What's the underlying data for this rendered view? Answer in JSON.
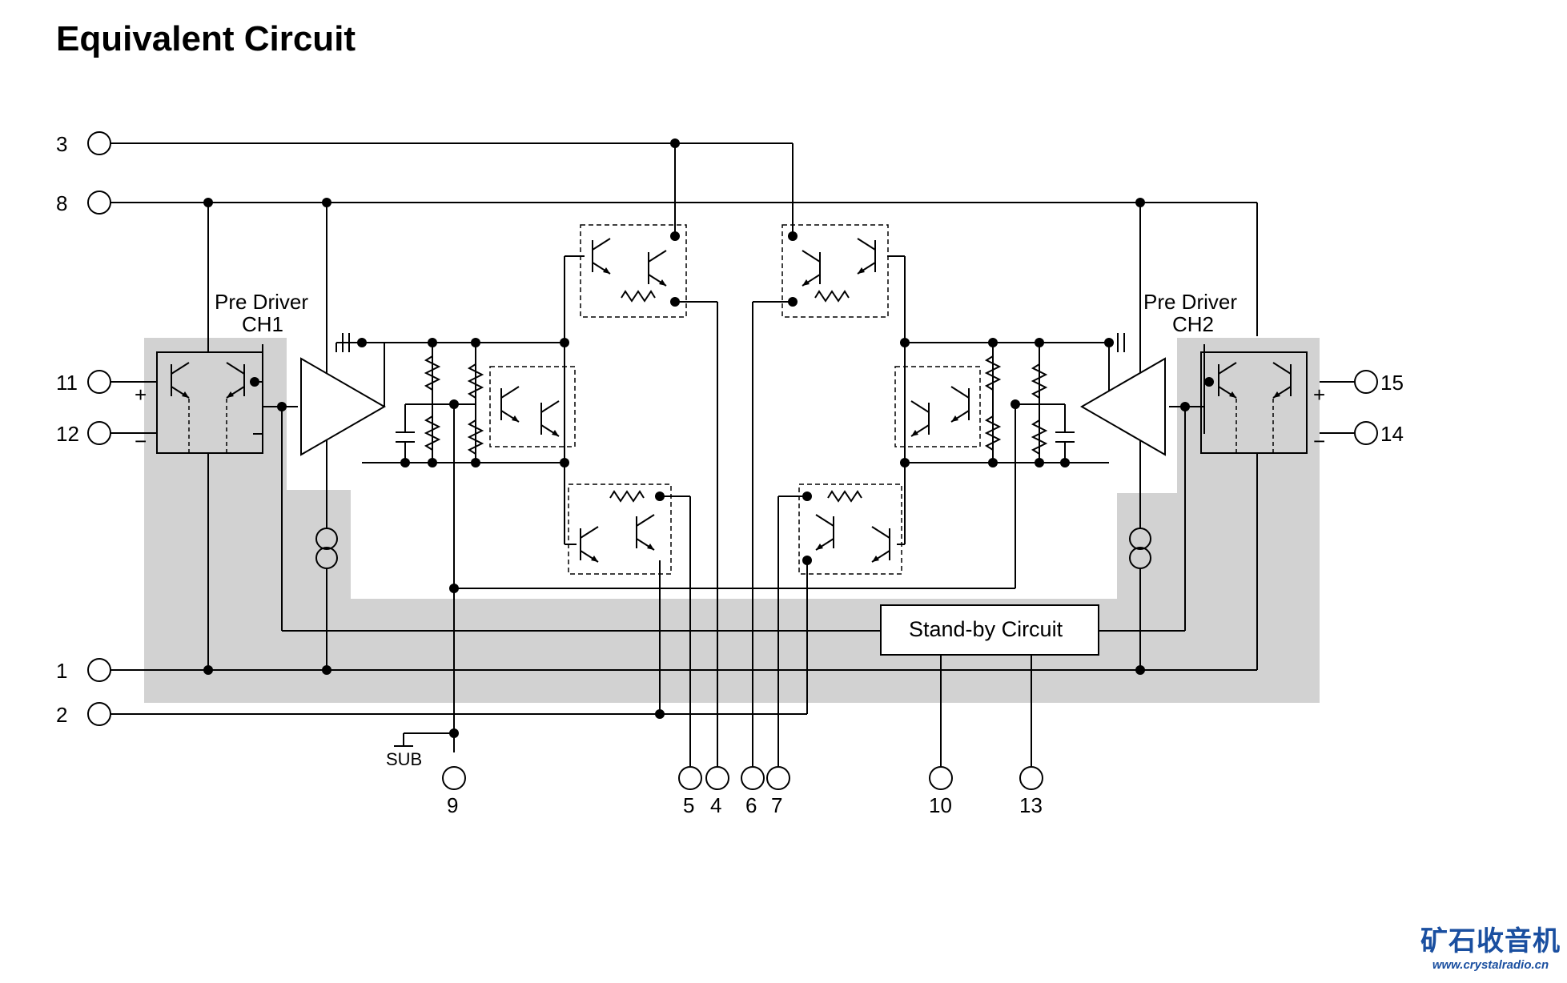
{
  "title": "Equivalent Circuit",
  "blocks": {
    "pre_driver_ch1": [
      "Pre Driver",
      "CH1"
    ],
    "pre_driver_ch2": [
      "Pre Driver",
      "CH2"
    ],
    "standby": "Stand-by Circuit",
    "sub_label": "SUB"
  },
  "pins": {
    "p1": "1",
    "p2": "2",
    "p3": "3",
    "p4": "4",
    "p5": "5",
    "p6": "6",
    "p7": "7",
    "p8": "8",
    "p9": "9",
    "p10": "10",
    "p11": "11",
    "p12": "12",
    "p13": "13",
    "p14": "14",
    "p15": "15"
  },
  "polarity": {
    "ch1_plus": "+",
    "ch1_minus": "−",
    "ch2_plus": "+",
    "ch2_minus": "−"
  },
  "watermark": {
    "logo": "矿石收音机",
    "url": "www.crystalradio.cn"
  },
  "colors": {
    "line": "#000000",
    "shade": "#d2d2d2",
    "watermark": "#1a4fa0"
  }
}
